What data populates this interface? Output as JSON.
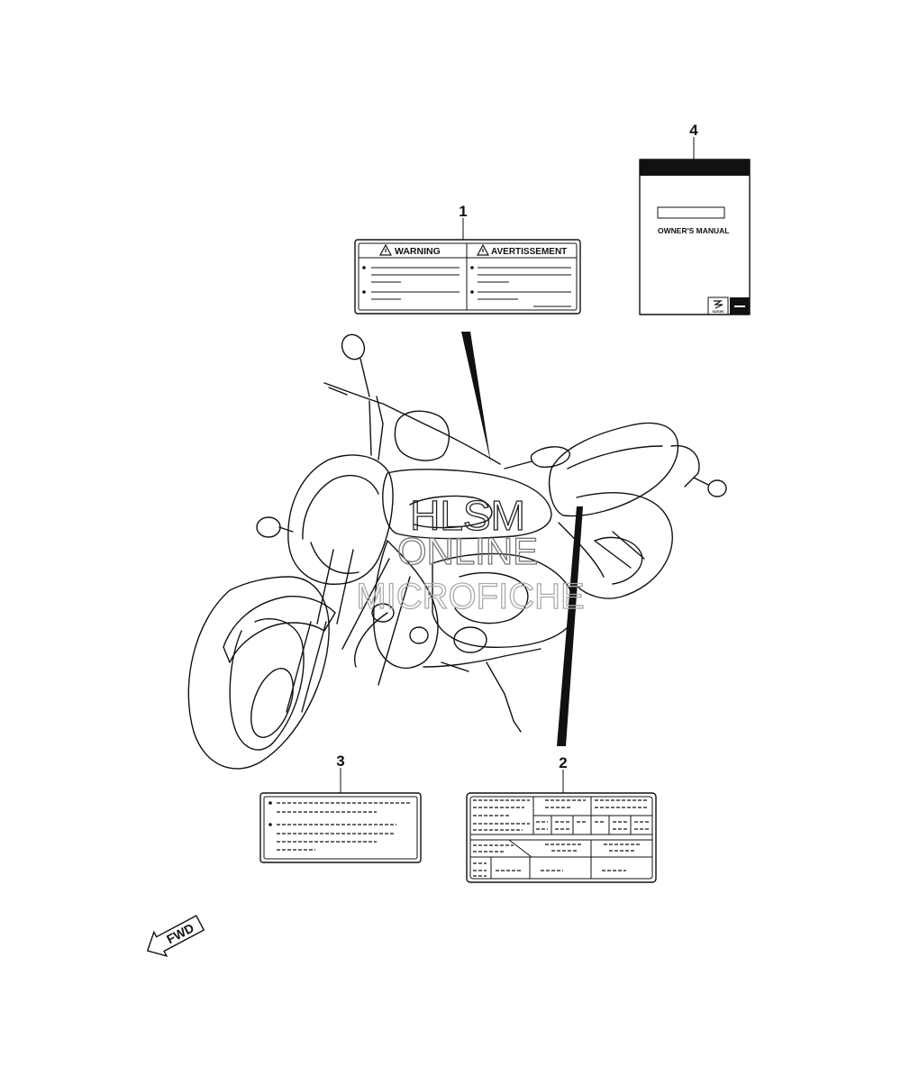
{
  "callouts": {
    "c1": "1",
    "c2": "2",
    "c3": "3",
    "c4": "4"
  },
  "warning_label": {
    "left_heading": "WARNING",
    "right_heading": "AVERTISSEMENT"
  },
  "manual": {
    "title": "OWNER'S MANUAL",
    "brand": "SUZUKI"
  },
  "fwd_arrow": {
    "text": "FWD"
  },
  "watermark": {
    "line1": "HLSM",
    "line2": "ONLINE",
    "line3": "MICROFICHE"
  }
}
